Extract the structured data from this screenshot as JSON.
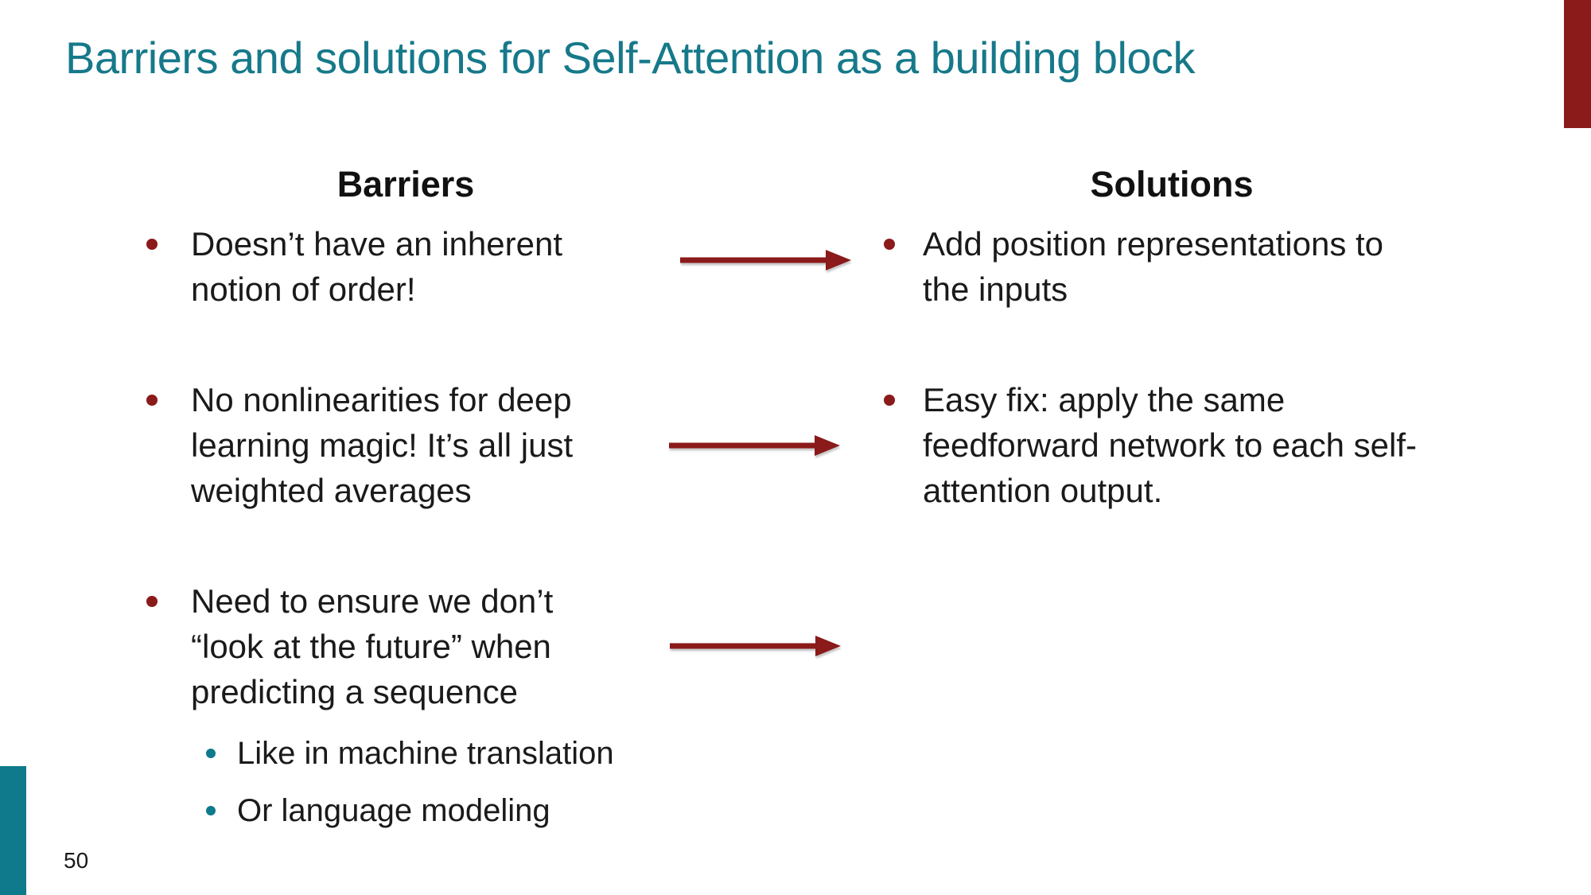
{
  "slide": {
    "title": "Barriers and solutions for Self-Attention as a building block",
    "page_number": "50"
  },
  "colors": {
    "teal_accent": "#0E7A8B",
    "title_teal": "#16798A",
    "dark_red_accent": "#8B1A1A",
    "body_text": "#1A1A1A"
  },
  "icons": {
    "arrow": "right-arrow",
    "bullet": "disc-bullet"
  },
  "barriers": {
    "heading": "Barriers",
    "items": [
      {
        "lines": [
          "Doesn’t have an inherent",
          "notion of order!"
        ]
      },
      {
        "lines": [
          "No nonlinearities for deep",
          "learning magic! It’s all just",
          "weighted averages"
        ]
      },
      {
        "lines": [
          "Need to ensure we don’t",
          "“look at the future” when",
          "predicting a sequence"
        ]
      }
    ],
    "subitems": [
      {
        "lines": [
          "Like in machine translation"
        ]
      },
      {
        "lines": [
          "Or language modeling"
        ]
      }
    ]
  },
  "solutions": {
    "heading": "Solutions",
    "items": [
      {
        "lines": [
          "Add position representations to",
          "the inputs"
        ]
      },
      {
        "lines": [
          "Easy fix: apply the same",
          "feedforward network to each self-",
          "attention output."
        ]
      }
    ]
  }
}
